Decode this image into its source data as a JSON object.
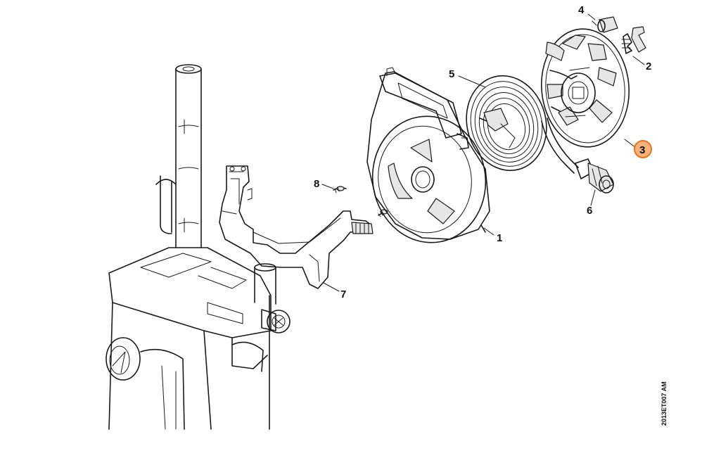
{
  "callouts": [
    {
      "id": "1",
      "label": "1",
      "highlighted": false
    },
    {
      "id": "2",
      "label": "2",
      "highlighted": false
    },
    {
      "id": "3",
      "label": "3",
      "highlighted": true
    },
    {
      "id": "4",
      "label": "4",
      "highlighted": false
    },
    {
      "id": "5",
      "label": "5",
      "highlighted": false
    },
    {
      "id": "6",
      "label": "6",
      "highlighted": false
    },
    {
      "id": "7",
      "label": "7",
      "highlighted": false
    },
    {
      "id": "8",
      "label": "8",
      "highlighted": false
    }
  ],
  "reference_code": "2013ET007 AM",
  "colors": {
    "highlight_fill": "#f6b27a",
    "highlight_stroke": "#e8741e",
    "line": "#1a1a1a"
  }
}
